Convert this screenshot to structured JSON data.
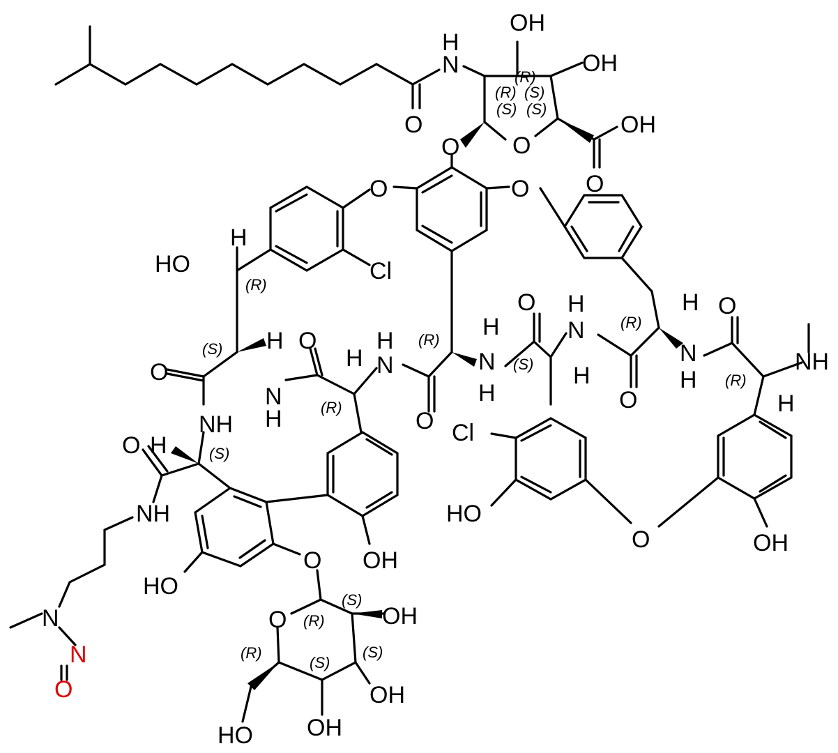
{
  "colors": {
    "bond": "#000000",
    "heteroatom_highlight": "#e00000",
    "background": "#ffffff"
  },
  "atoms": {
    "nh_lipid": "H\nN",
    "oh_sugar_top": "OH",
    "oh_sugar_right": "OH",
    "o_amide_lipid": "O",
    "cooh": "OH",
    "o_glyco_link": "O",
    "o_ring_sugar": "O",
    "o_acid": "O",
    "o_ether_left": "O",
    "o_ether_right": "O",
    "ho_benzylic": "HO",
    "h_benzylic": "H",
    "cl_upper": "Cl",
    "h_s_center": "H",
    "o_amide_1": "O",
    "o_amide_2": "O",
    "h_r_center": "H",
    "nh_1": "H\nN",
    "nh_2": "NH",
    "nh_3": "N\nH",
    "h_mid": "H",
    "o_amide_3": "O",
    "nh_4": "N\nH",
    "o_amide_4": "O",
    "nh_5": "H\nN",
    "h_s_mid": "H",
    "o_amide_5": "O",
    "h_r_right": "H",
    "o_amide_6": "O",
    "nh_6": "N\nH",
    "nhme": "NH",
    "h_r_far": "H",
    "cl_lower": "Cl",
    "ho_lower_mid": "HO",
    "o_ether_bottom": "O",
    "oh_right_ring": "OH",
    "oh_biaryl": "OH",
    "h_s_left": "H",
    "o_amide_left": "O",
    "nh_amide_left": "NH",
    "ho_left_ring": "HO",
    "o_mannose_link": "O",
    "o_mannose_ring": "O",
    "oh_man_1": "OH",
    "oh_man_2": "OH",
    "oh_man_3": "OH",
    "ho_man_ch2": "HO",
    "n_nitroso": "N",
    "n_nitroso_eq": "N",
    "o_nitroso": "O"
  },
  "stereo_labels": {
    "sugar_r_top": "(R)",
    "sugar_r_left": "(R)",
    "sugar_s_1": "(S)",
    "sugar_s_2": "(S)",
    "sugar_s_3": "(S)",
    "benzylic_r": "(R)",
    "alpha_s_left": "(S)",
    "alpha_r_1": "(R)",
    "alpha_r_2": "(R)",
    "alpha_s_mid": "(S)",
    "alpha_r_3": "(R)",
    "alpha_r_4": "(R)",
    "alpha_s_amide": "(S)",
    "man_r_1": "(R)",
    "man_s_1": "(S)",
    "man_s_2": "(S)",
    "man_s_3": "(S)",
    "man_r_2": "(R)"
  }
}
